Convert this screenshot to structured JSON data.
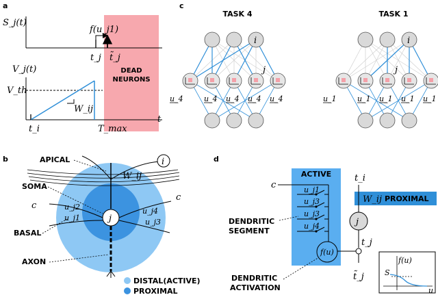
{
  "panels": {
    "a": "a",
    "b": "b",
    "c": "c",
    "d": "d"
  },
  "panel_a": {
    "s_axis": "S_j(t)",
    "v_axis": "V_j(t)",
    "f_label": "f(u_j1)",
    "t_j": "t_j",
    "t_j_tilde": "t̃_j",
    "v_th": "V_th",
    "w_ij": "W_ij",
    "t_i": "t_i",
    "t_max": "T_max",
    "t": "t",
    "dead_line1": "DEAD",
    "dead_line2": "NEURONS",
    "dead_color": "#f7a8ae",
    "ramp_color": "#2f8fd8"
  },
  "panel_b": {
    "apical": "APICAL",
    "soma": "SOMA",
    "basal": "BASAL",
    "axon": "AXON",
    "c_left": "c",
    "c_right": "c",
    "i": "i",
    "j": "j",
    "w_ij": "W_ij",
    "u_j2": "u_j2",
    "u_j1": "u_j1",
    "u_j4": "u_j4",
    "u_j3": "u_j3",
    "legend_distal": "DISTAL(ACTIVE)",
    "legend_proximal": "PROXIMAL",
    "distal_color": "#8ec8f4",
    "proximal_color": "#3c93e0"
  },
  "panel_c": {
    "task_left": "TASK 4",
    "task_right": "TASK 1",
    "i": "i",
    "j": "j",
    "left_inputs": [
      "u_4",
      "u_4",
      "u_4",
      "u_4",
      "u_4"
    ],
    "right_inputs": [
      "u_1",
      "u_1",
      "u_1",
      "u_1",
      "u_1"
    ],
    "edge_color": "#2f8fd8",
    "node_fill": "#d9d9d9"
  },
  "panel_d": {
    "active": "ACTIVE",
    "c": "c",
    "u_j1": "u_j1",
    "u_j3a": "u_j3",
    "u_j3b": "u_j3",
    "u_j4": "u_j4",
    "dendritic_segment_1": "DENDRITIC",
    "dendritic_segment_2": "SEGMENT",
    "dendritic_activation_1": "DENDRITIC",
    "dendritic_activation_2": "ACTIVATION",
    "f_u": "f(u)",
    "t_i": "t_i",
    "w_ij": "W_ij",
    "proximal": "PROXIMAL",
    "j": "j",
    "t_j": "t_j",
    "t_j_tilde": "t̃_j",
    "inset_f_u": "f(u)",
    "inset_s": "S",
    "inset_u": "u",
    "active_color": "#5aaef0",
    "proximal_color": "#2f8fd8"
  }
}
